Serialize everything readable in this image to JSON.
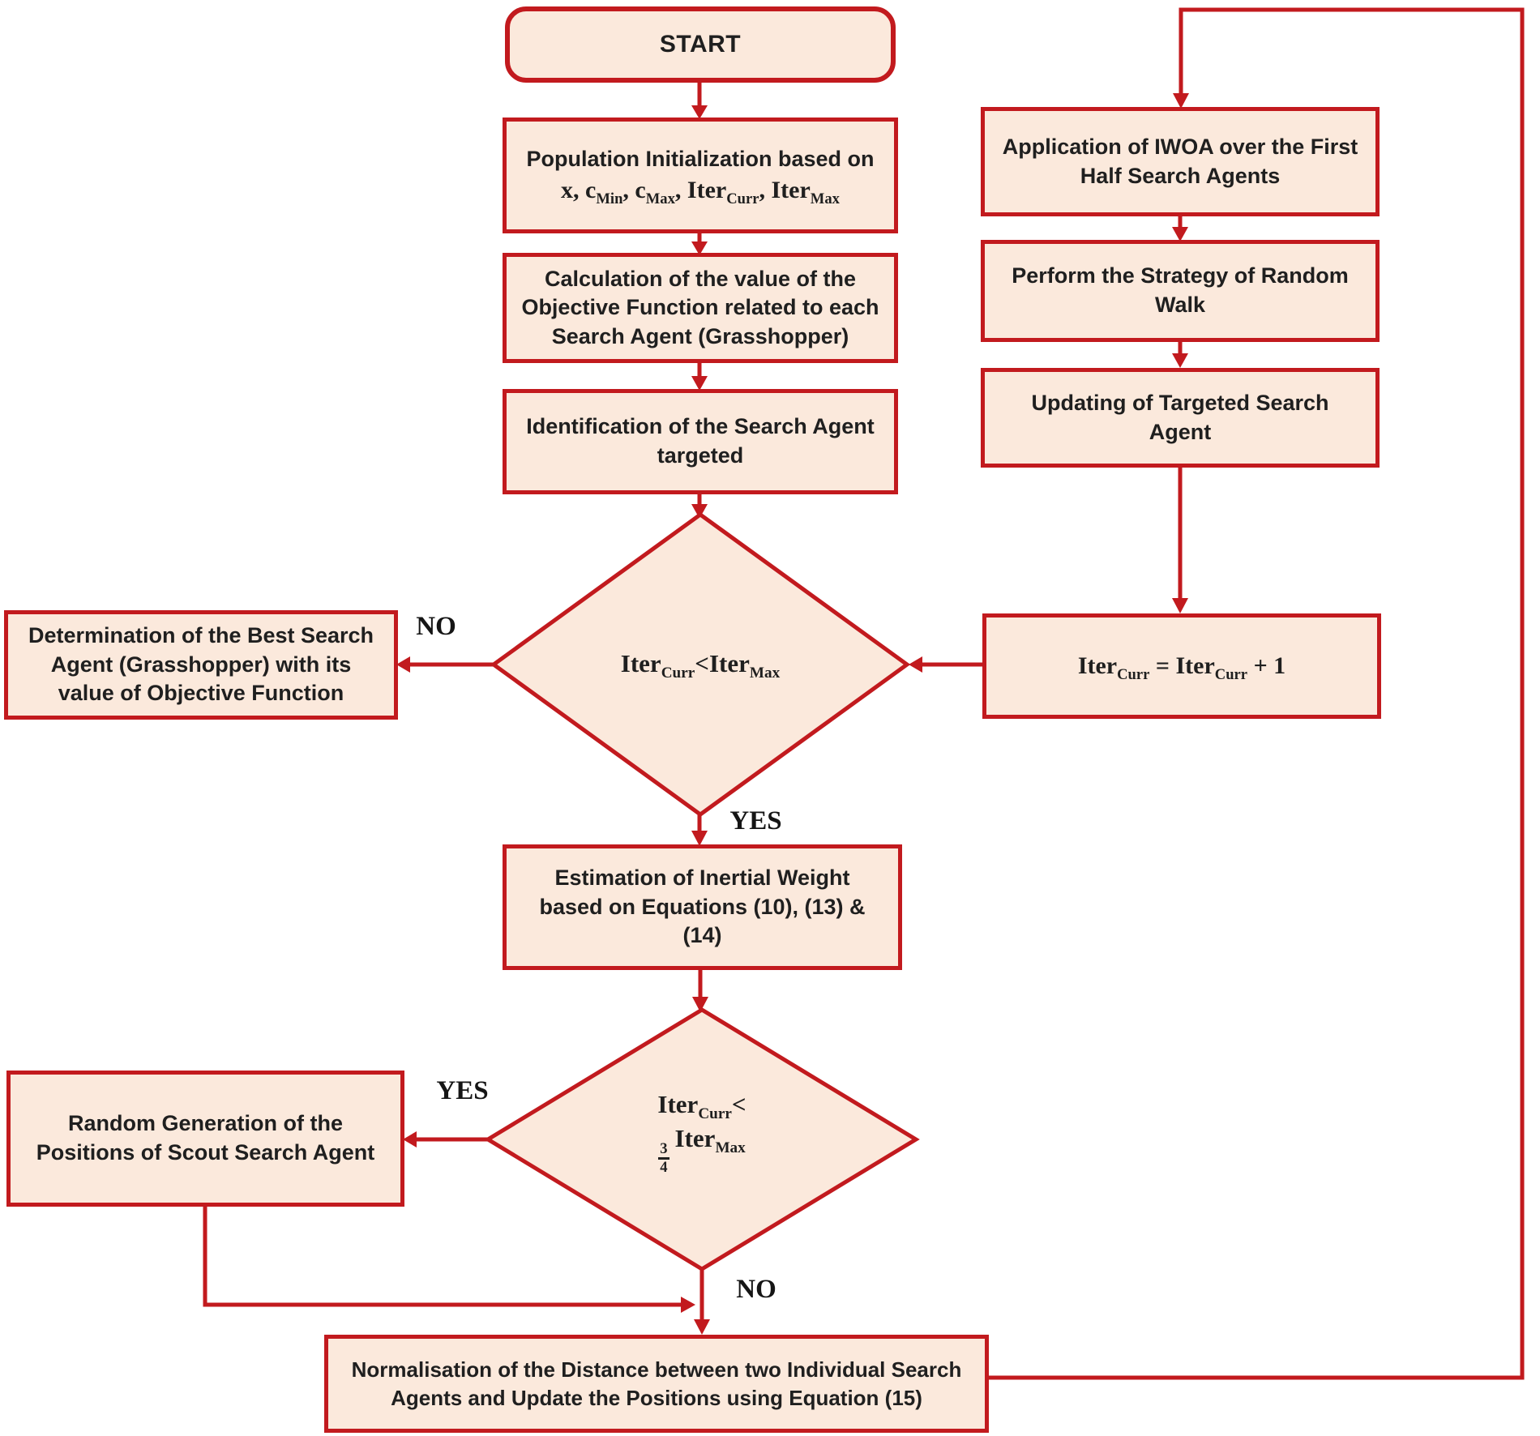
{
  "colors": {
    "line": "#c21a1e",
    "node_fill": "#fbe9dc",
    "text": "#1f1f1f"
  },
  "nodes": {
    "start": {
      "label": "START"
    },
    "pop_init": {
      "line1": "Population Initialization based on",
      "math": [
        "x, c",
        "Min",
        ", c",
        "Max",
        ", Iter",
        "Curr",
        ", Iter",
        "Max"
      ]
    },
    "calc": {
      "text": "Calculation of the value of the Objective Function related to each Search Agent (Grasshopper)"
    },
    "ident": {
      "text": "Identification of the Search Agent targeted"
    },
    "decision1": {
      "math": [
        "Iter",
        "Curr",
        "<Iter",
        "Max"
      ]
    },
    "determination": {
      "text": "Determination of the Best Search Agent (Grasshopper) with its value of Objective Function"
    },
    "estimation": {
      "text": "Estimation of Inertial Weight based on Equations (10), (13) & (14)"
    },
    "decision2": {
      "line1": [
        "Iter",
        "Curr",
        "<"
      ],
      "frac_num": "3",
      "frac_den": "4",
      "line2": [
        "Iter",
        "Max"
      ]
    },
    "random_gen": {
      "text": "Random Generation of the Positions of Scout Search Agent"
    },
    "normalisation": {
      "text": "Normalisation of the Distance between two Individual Search Agents and Update the Positions using Equation (15)"
    },
    "application": {
      "text": "Application of IWOA over the First Half Search Agents"
    },
    "perform": {
      "text": "Perform the Strategy of Random Walk"
    },
    "updating": {
      "text": "Updating of Targeted Search Agent"
    },
    "iter_inc": {
      "math": [
        "Iter",
        "Curr",
        " = Iter",
        "Curr",
        " + 1"
      ]
    }
  },
  "labels": {
    "no1": "NO",
    "yes1": "YES",
    "yes2": "YES",
    "no2": "NO"
  }
}
